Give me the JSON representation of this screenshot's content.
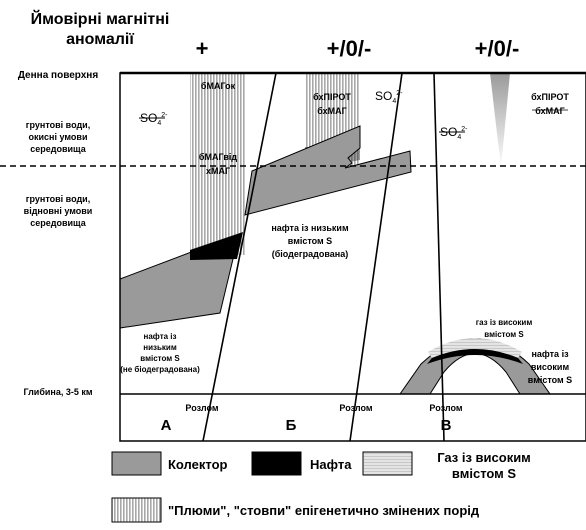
{
  "header": {
    "title_line1": "Ймовірні магнітні",
    "title_line2": "аномалії",
    "sign_a": "+",
    "sign_b": "+/0/-",
    "sign_c": "+/0/-"
  },
  "left_labels": {
    "surface": "Денна поверхня",
    "ox_line1": "грунтові води,",
    "ox_line2": "окисні умови",
    "ox_line3": "середовища",
    "red_line1": "грунтові води,",
    "red_line2": "відновні умови",
    "red_line3": "середовища",
    "depth": "Глибина, 3-5 км"
  },
  "labels": {
    "so4": "SO",
    "so4_sub": "4",
    "so4_sup": "2-",
    "mag_ok": "бМАГок",
    "mag_vid_1": "бМАГвід",
    "mag_vid_2": "хМАГ",
    "pyr_b_1": "бхПІРОТ",
    "pyr_b_2": "бхМАГ",
    "pyr_c_1": "бхПІРОТ",
    "pyr_c_2": "бхМАГ",
    "oil_low_bio_1": "нафта із низьким",
    "oil_low_bio_2": "вмістом S",
    "oil_low_bio_3": "(біодеградована)",
    "oil_low_1": "нафта із",
    "oil_low_2": "низьким",
    "oil_low_3": "вмістом S",
    "oil_low_4": "(не біодеградована)",
    "gas_high_1": "газ із високим",
    "gas_high_2": "вмістом S",
    "oil_high_1": "нафта із",
    "oil_high_2": "високим",
    "oil_high_3": "вмістом S",
    "fault": "Розлом",
    "block_a": "А",
    "block_b": "Б",
    "block_c": "В"
  },
  "legend": {
    "collector": "Колектор",
    "oil": "Нафта",
    "gas_1": "Газ із високим",
    "gas_2": "вмістом S",
    "plumes": "\"Плюми\", \"стовпи\" епігенетично змінених порід"
  },
  "colors": {
    "collector": "#9a9a9a",
    "oil": "#000000",
    "gas": "#d8d8d8",
    "plume": "#b4b4b4"
  }
}
